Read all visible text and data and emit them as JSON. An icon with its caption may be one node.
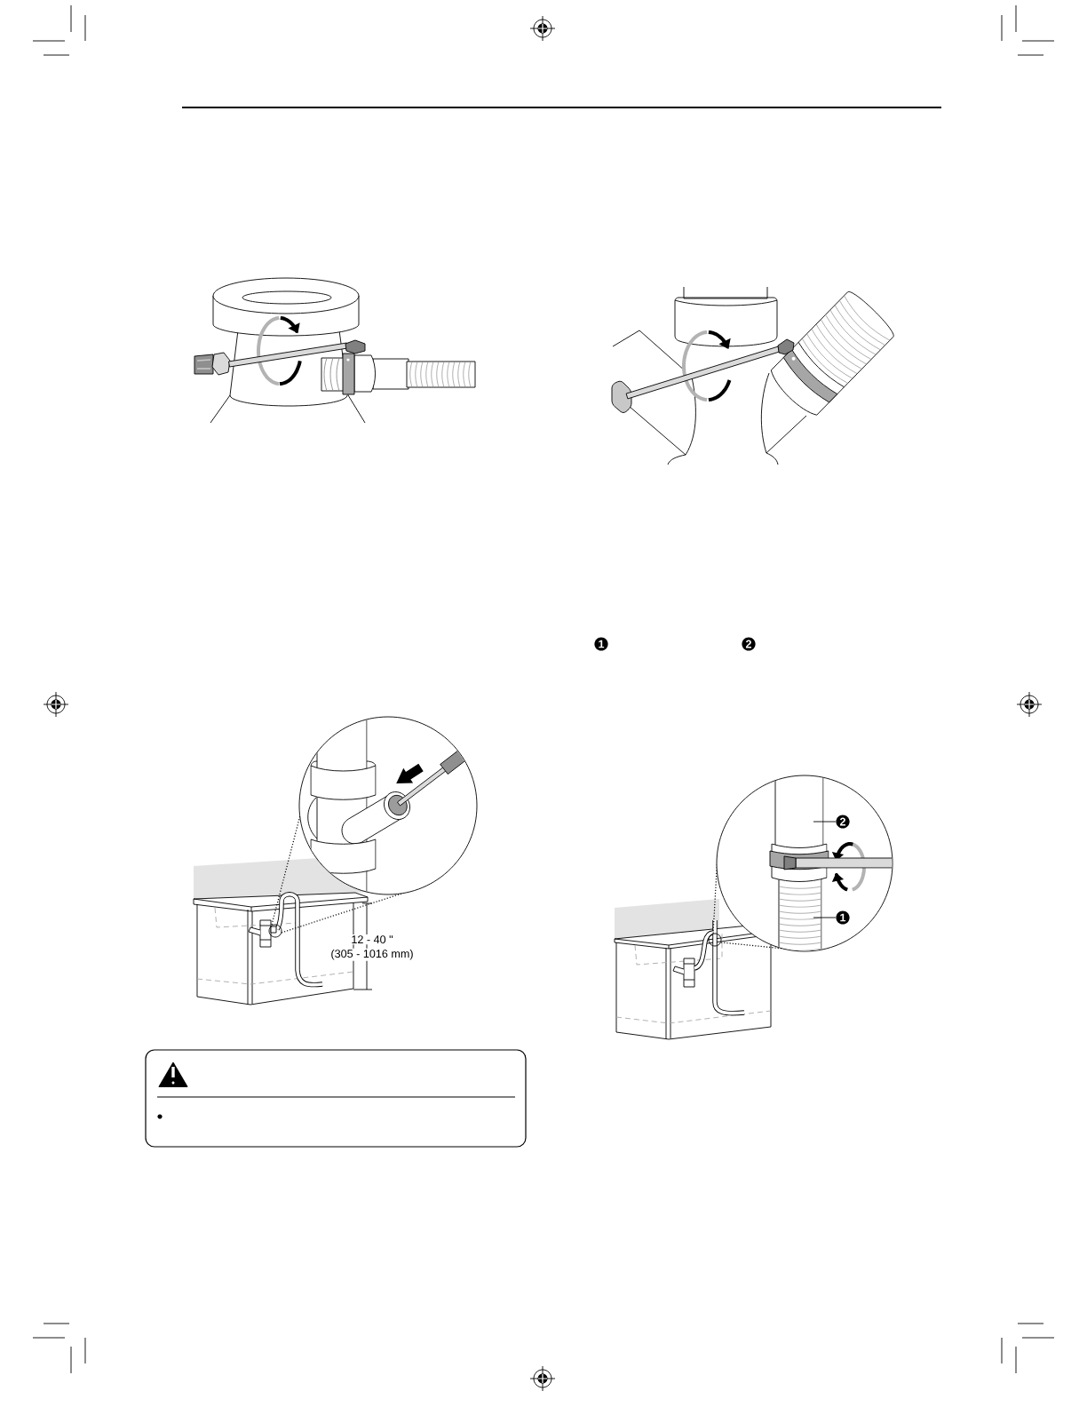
{
  "diagram": {
    "nodes": [
      {
        "text": [
          "2"
        ]
      },
      {
        "text": [
          "1"
        ]
      }
    ],
    "edges": [
      {
        "from": 0,
        "to": null,
        "arrow": "none"
      },
      {
        "from": 1,
        "to": null,
        "arrow": "none"
      }
    ],
    "labels": [
      "12 - 40 \"",
      "(305 - 1016 mm)",
      "1",
      "2"
    ]
  }
}
